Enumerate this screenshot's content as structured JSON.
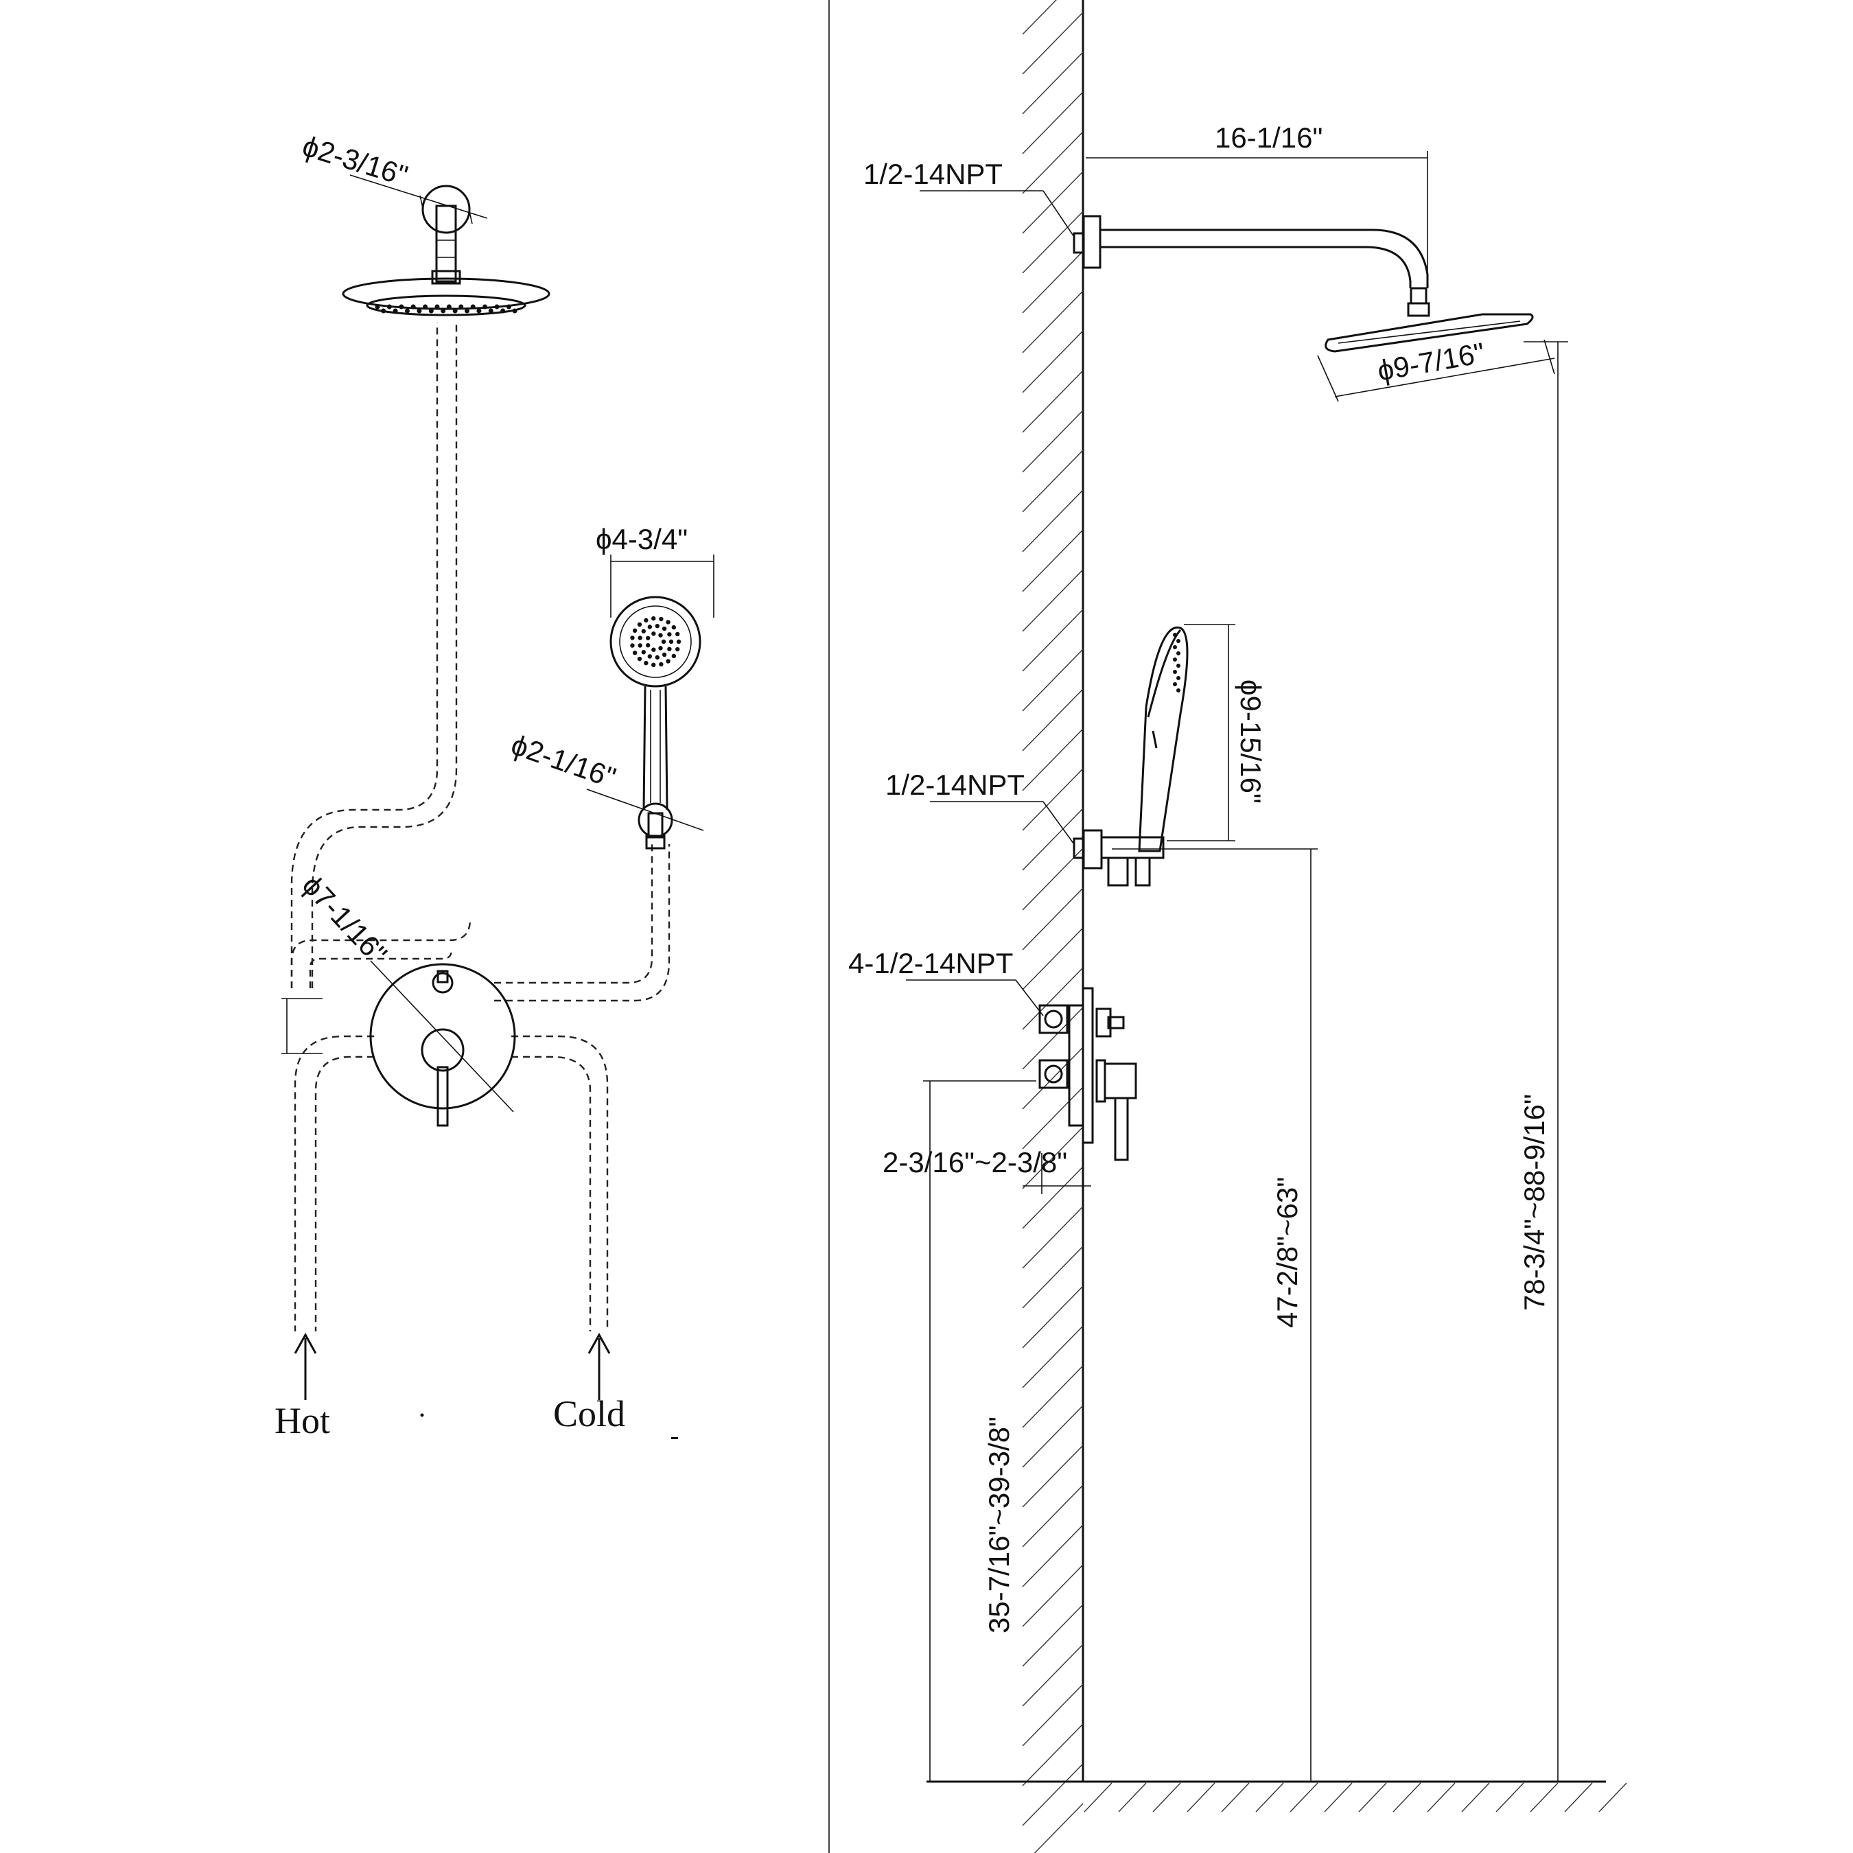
{
  "front_view": {
    "ceiling_arm_diameter": "ϕ2-3/16\"",
    "handshower_head_diameter": "ϕ4-3/4\"",
    "handshower_holder_diameter": "ϕ2-1/16\"",
    "valve_trim_diameter": "ϕ7-1/16\"",
    "inlet_hot": "Hot",
    "inlet_cold": "Cold"
  },
  "side_view": {
    "arm_thread": "1/2-14NPT",
    "arm_projection": "16-1/16\"",
    "showerhead_diameter": "ϕ9-7/16\"",
    "holder_thread": "1/2-14NPT",
    "handshower_length": "ϕ9-15/16\"",
    "valve_thread": "4-1/2-14NPT",
    "valve_depth": "2-3/16\"~2-3/8\"",
    "valve_height": "35-7/16\"~39-3/8\"",
    "holder_height": "47-2/8\"~63\"",
    "showerhead_height": "78-3/4\"~88-9/16\""
  }
}
